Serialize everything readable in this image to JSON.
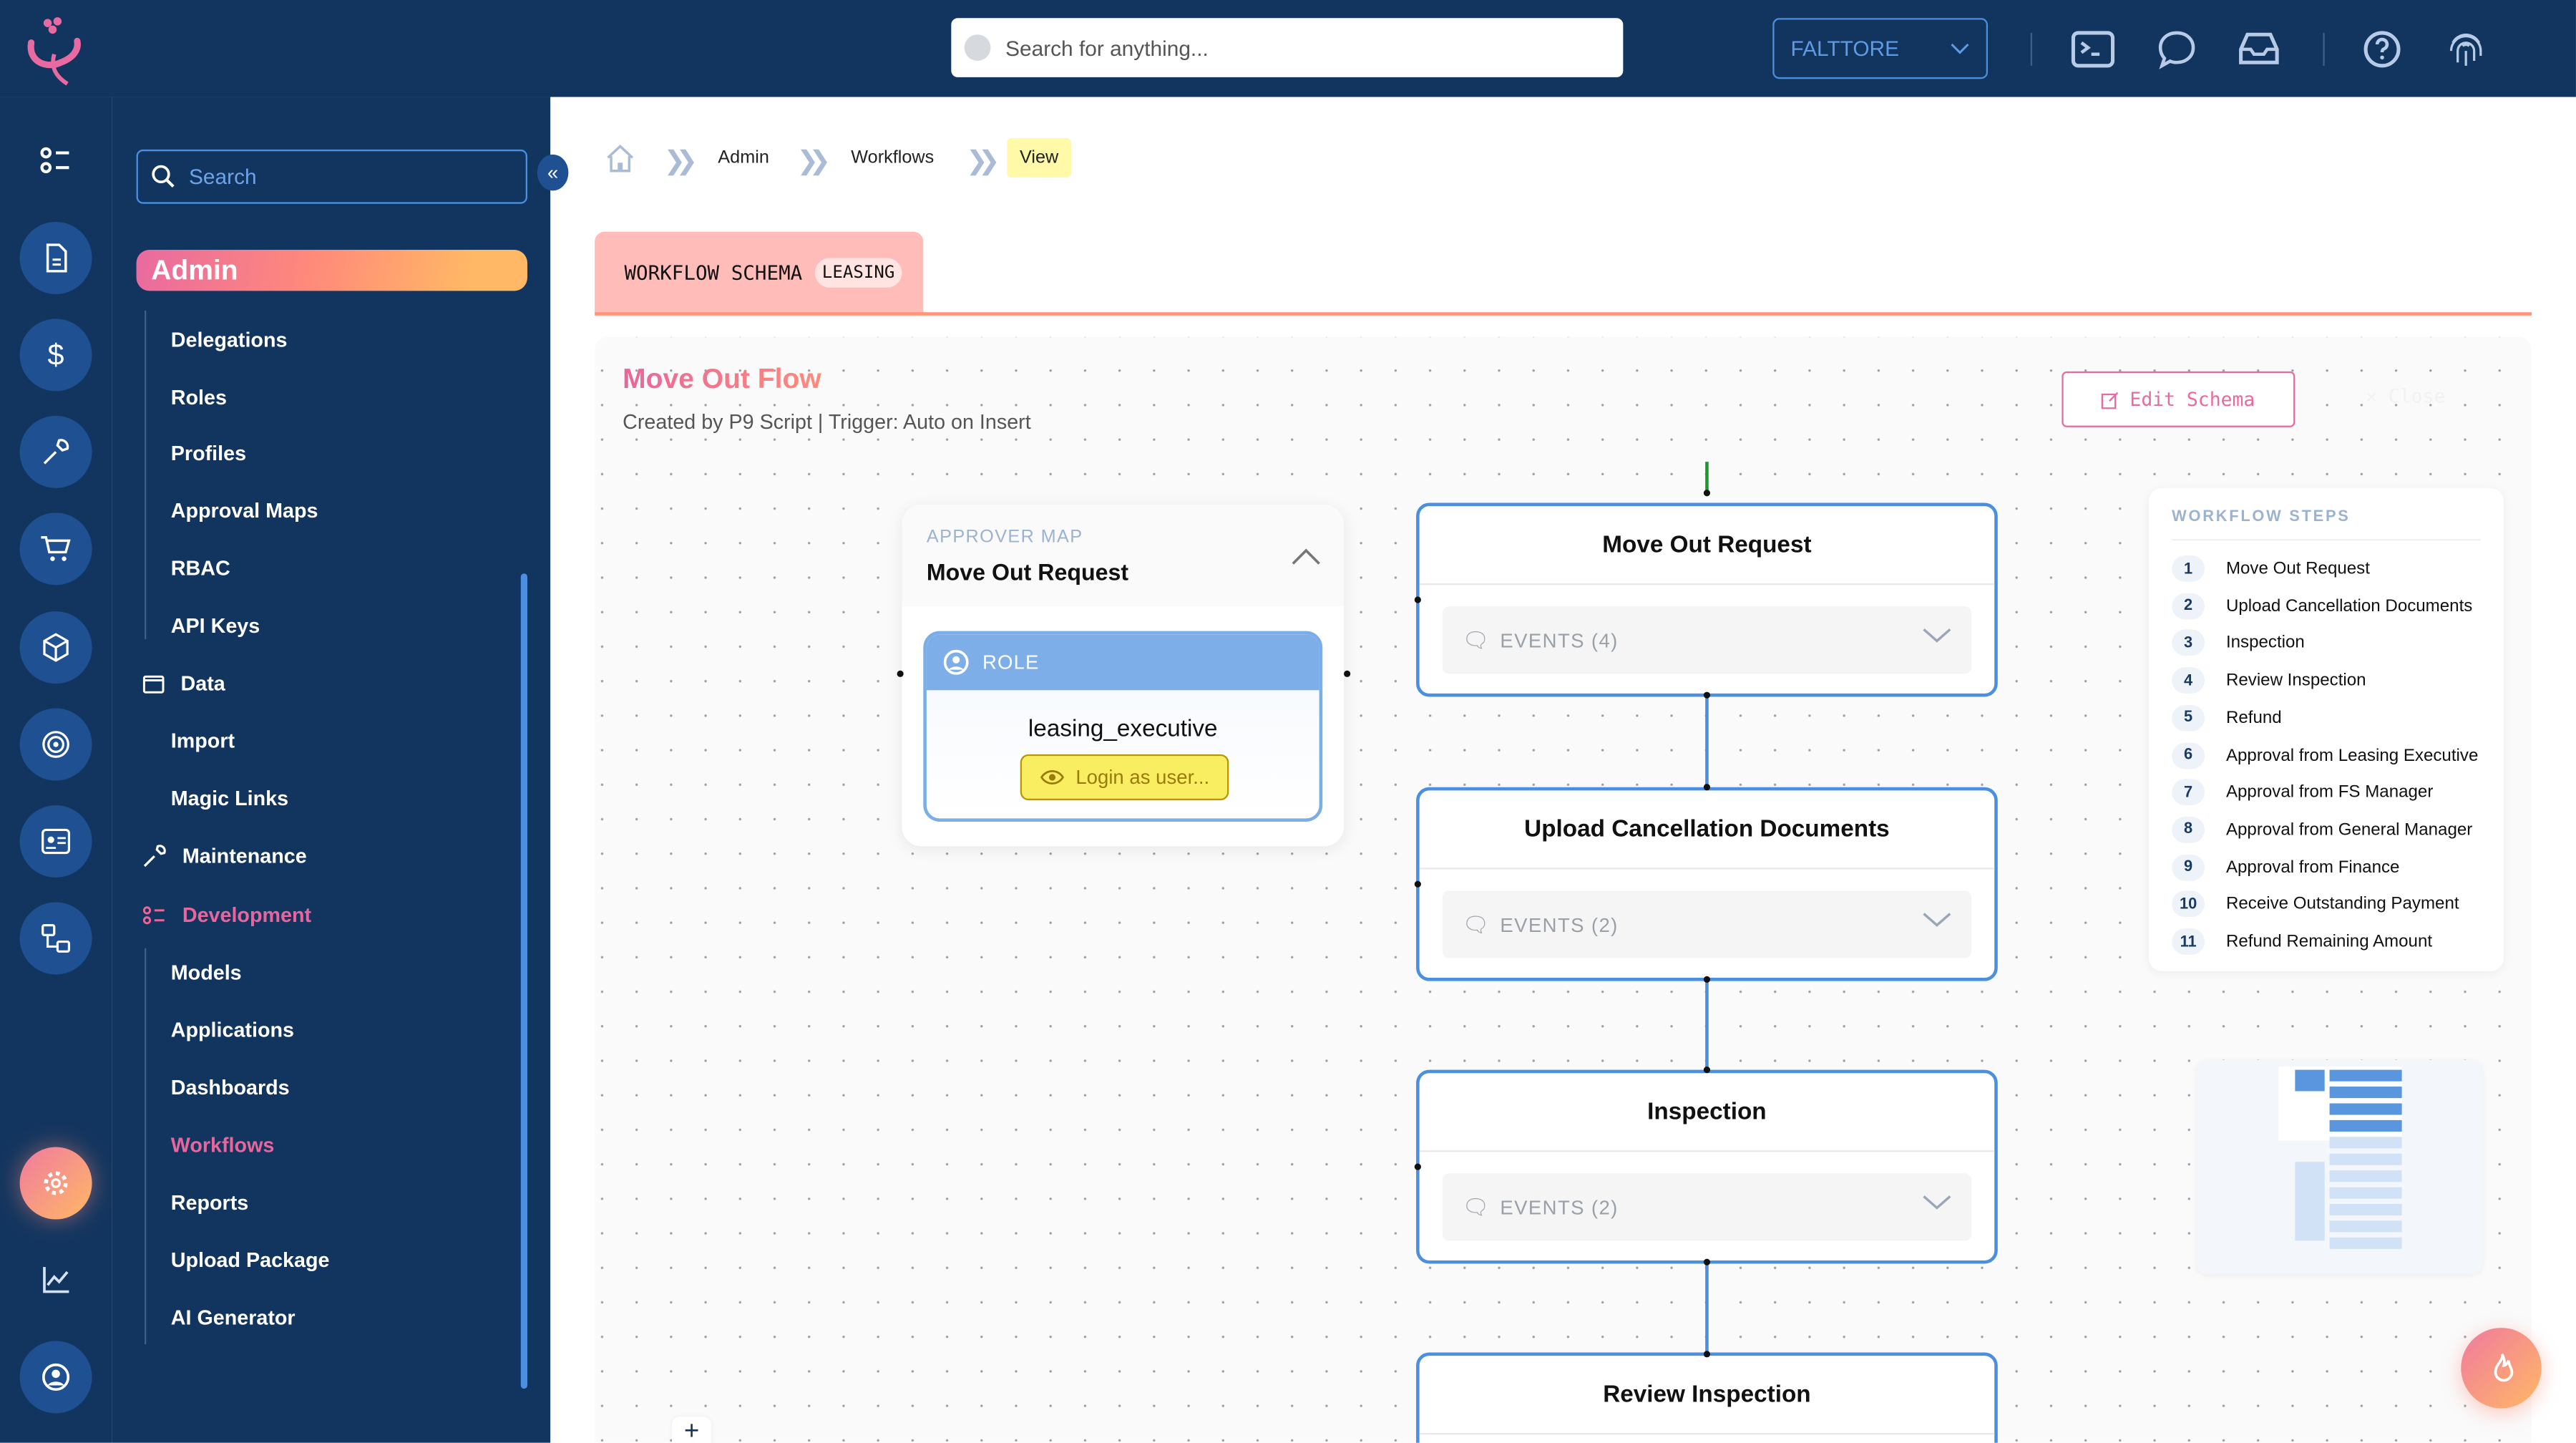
{
  "colors": {
    "nav_bg": "#12355f",
    "accent_blue": "#4a8fe0",
    "accent_pink": "#e8669c",
    "accent_orange": "#ffb865",
    "highlight_yellow": "#fff9a8"
  },
  "topbar": {
    "search_placeholder": "Search for anything...",
    "tenant": "FALTTORE",
    "icons": [
      "terminal-icon",
      "chat-icon",
      "inbox-icon",
      "help-icon",
      "fingerprint-icon"
    ]
  },
  "rail": {
    "icons": [
      "checklist-icon",
      "document-icon",
      "dollar-icon",
      "wrench-icon",
      "cart-icon",
      "box-icon",
      "target-icon",
      "id-card-icon",
      "flow-icon",
      "gear-icon",
      "chart-icon",
      "user-icon"
    ]
  },
  "sidebar": {
    "search_placeholder": "Search",
    "section": "Admin",
    "admin_items": [
      "Delegations",
      "Roles",
      "Profiles",
      "Approval Maps",
      "RBAC",
      "API Keys"
    ],
    "data_group": "Data",
    "data_items": [
      "Import",
      "Magic Links"
    ],
    "maintenance_group": "Maintenance",
    "development_group": "Development",
    "development_items": [
      "Models",
      "Applications",
      "Dashboards",
      "Workflows",
      "Reports",
      "Upload Package",
      "AI Generator"
    ],
    "active_item": "Workflows"
  },
  "breadcrumb": {
    "items": [
      "Admin",
      "Workflows"
    ],
    "current": "View"
  },
  "tab": {
    "label": "WORKFLOW SCHEMA",
    "badge": "LEASING"
  },
  "flow": {
    "title": "Move Out Flow",
    "subtitle": "Created by P9 Script | Trigger: Auto on Insert",
    "edit_label": "Edit Schema",
    "close_label": "Close",
    "nodes": [
      {
        "title": "Move Out Request",
        "events": "EVENTS (4)"
      },
      {
        "title": "Upload Cancellation Documents",
        "events": "EVENTS (2)"
      },
      {
        "title": "Inspection",
        "events": "EVENTS (2)"
      },
      {
        "title": "Review Inspection"
      }
    ]
  },
  "approver": {
    "label": "APPROVER MAP",
    "step": "Move Out Request",
    "role_label": "ROLE",
    "role": "leasing_executive",
    "login_label": "Login as user..."
  },
  "steps": {
    "title": "WORKFLOW STEPS",
    "items": [
      {
        "n": "1",
        "label": "Move Out Request"
      },
      {
        "n": "2",
        "label": "Upload Cancellation Documents"
      },
      {
        "n": "3",
        "label": "Inspection"
      },
      {
        "n": "4",
        "label": "Review Inspection"
      },
      {
        "n": "5",
        "label": "Refund"
      },
      {
        "n": "6",
        "label": "Approval from Leasing Executive"
      },
      {
        "n": "7",
        "label": "Approval from FS Manager"
      },
      {
        "n": "8",
        "label": "Approval from General Manager"
      },
      {
        "n": "9",
        "label": "Approval from Finance"
      },
      {
        "n": "10",
        "label": "Receive Outstanding Payment"
      },
      {
        "n": "11",
        "label": "Refund Remaining Amount"
      }
    ]
  },
  "canvas": {
    "zoom_in_label": "+"
  }
}
